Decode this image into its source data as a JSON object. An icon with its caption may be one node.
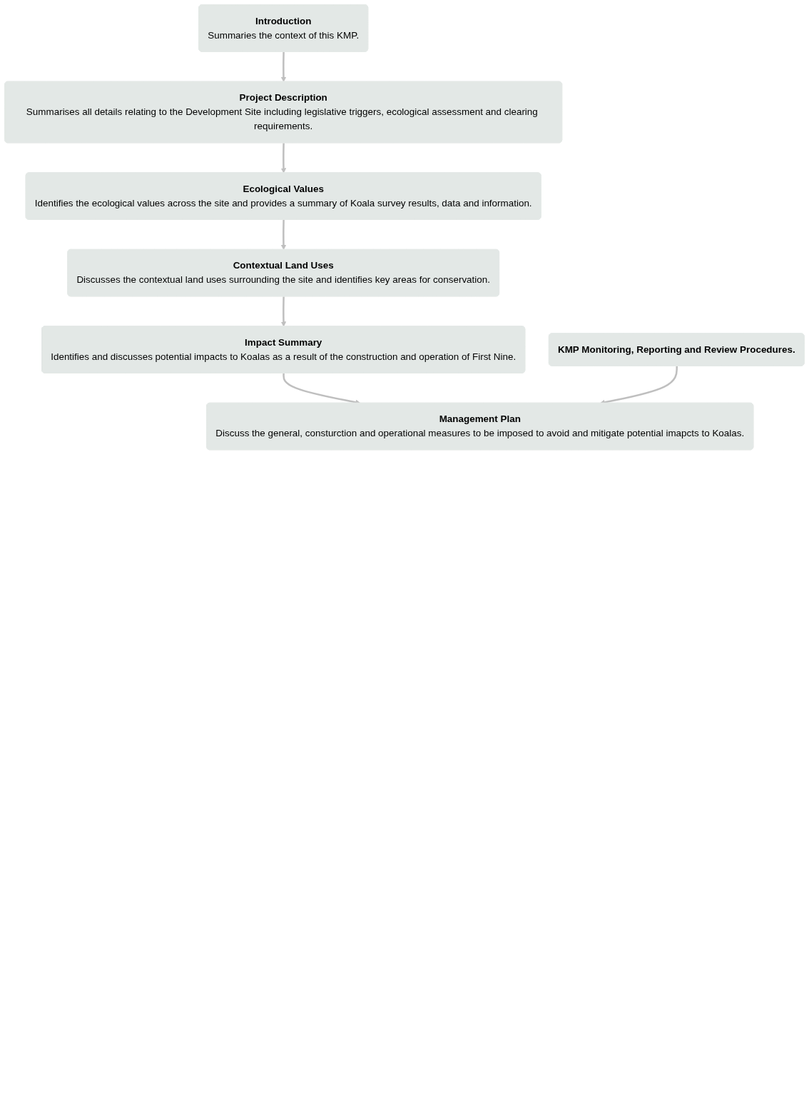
{
  "diagram": {
    "nodes": [
      {
        "text": [
          "Introduction",
          "Summaries the context of this KMP."
        ]
      },
      {
        "text": [
          "Project Description",
          "Summarises all details relating to the Development Site including legislative triggers, ecological assessment and clearing requirements."
        ]
      },
      {
        "text": [
          "Ecological Values",
          "Identifies the ecological values across the site and provides a summary of  Koala survey results, data and information."
        ]
      },
      {
        "text": [
          "Contextual Land Uses",
          "Discusses the contextual land uses surrounding the site and identifies key areas for conservation."
        ]
      },
      {
        "text": [
          "Impact Summary",
          "Identifies and discusses potential impacts to Koalas as a result of the construction and operation of First Nine."
        ]
      },
      {
        "text": [
          "Management Plan",
          "Discuss the general,  consturction and operational measures to be imposed to avoid and mitigate potential imapcts to Koalas."
        ]
      },
      {
        "text": [
          "KMP Monitoring, Reporting and Review Procedures."
        ]
      }
    ],
    "edges": [
      {
        "from": 0,
        "to": 1,
        "arrow": "to"
      },
      {
        "from": 1,
        "to": 2,
        "arrow": "to"
      },
      {
        "from": 2,
        "to": 3,
        "arrow": "to"
      },
      {
        "from": 3,
        "to": 4,
        "arrow": "to"
      },
      {
        "from": 4,
        "to": 5,
        "arrow": "to"
      },
      {
        "from": 6,
        "to": 5,
        "arrow": "to"
      }
    ]
  }
}
